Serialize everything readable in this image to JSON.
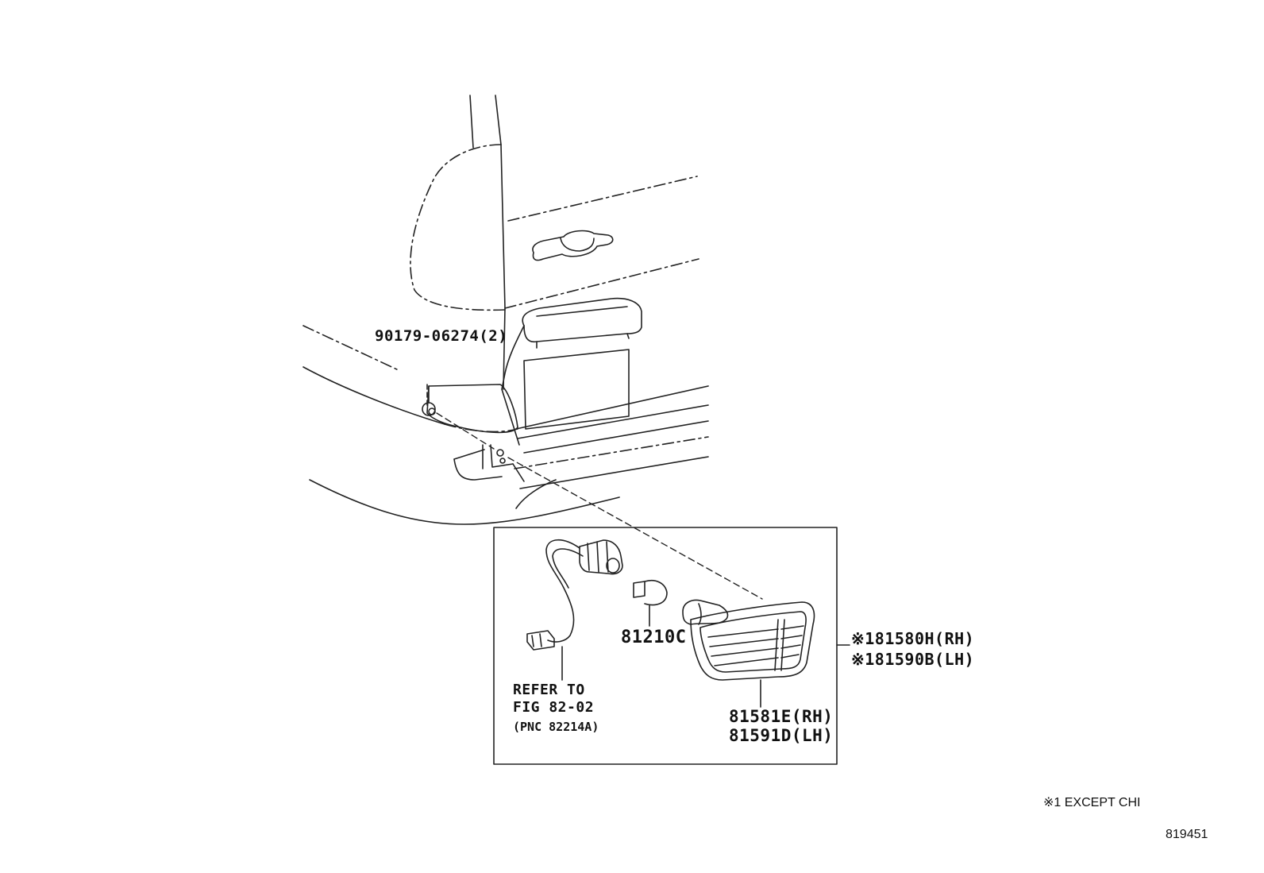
{
  "labels": {
    "screw": "90179-06274(2)",
    "bulb": "81210C",
    "assy_rh": "※181580H(RH)",
    "assy_lh": "※181590B(LH)",
    "lens_rh": "81581E(RH)",
    "lens_lh": "81591D(LH)",
    "refer_line1": "REFER TO",
    "refer_line2": "FIG 82-02",
    "refer_line3": "(PNC 82214A)"
  },
  "footnote": "※1 EXCEPT CHI",
  "diagram_id": "819451"
}
